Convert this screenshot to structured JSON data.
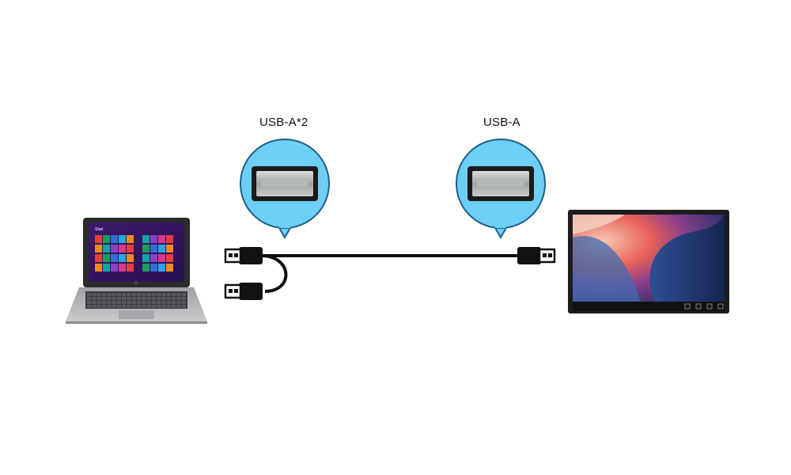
{
  "callouts": {
    "left": {
      "label": "USB-A*2",
      "icon": "usb-a-port-icon"
    },
    "right": {
      "label": "USB-A",
      "icon": "usb-a-port-icon"
    }
  },
  "laptop": {
    "screen_text": "Start",
    "icon": "laptop-icon"
  },
  "monitor": {
    "icon": "portable-monitor-icon"
  },
  "cable": {
    "icon": "usb-y-cable-icon"
  },
  "colors": {
    "bubble_fill": "#6ecff6",
    "bubble_stroke": "#1d5f86",
    "cable": "#111111",
    "laptop_body": "#b5b6b8",
    "tile_palette": [
      "#e83d3d",
      "#2aa6df",
      "#8c3fc4",
      "#1e9b58",
      "#f08a1f",
      "#d9378a",
      "#2f6ed6",
      "#13a4a4"
    ]
  }
}
